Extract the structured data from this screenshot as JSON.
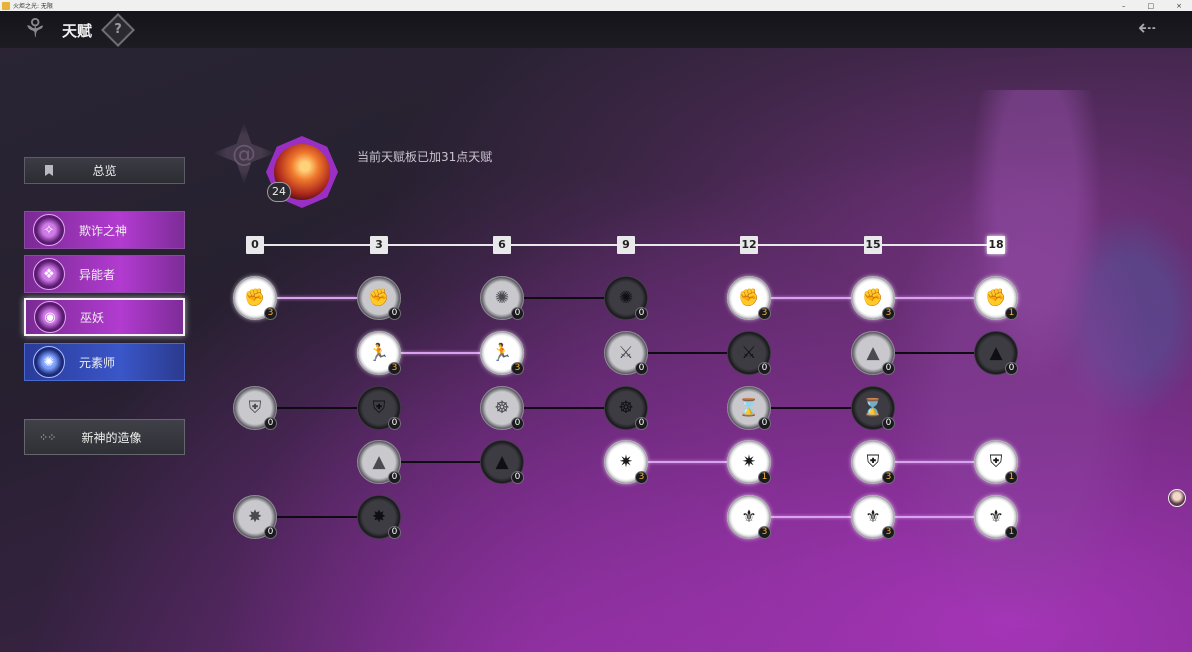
{
  "window": {
    "title": "火炬之光: 无限",
    "controls": [
      "–",
      "□",
      "×"
    ]
  },
  "header": {
    "title": "天赋",
    "help_label": "?"
  },
  "sidebar": {
    "overview_label": "总览",
    "classes": [
      {
        "label": "欺诈之神",
        "icon": "trickster-god-emblem-icon",
        "selected": false
      },
      {
        "label": "异能者",
        "icon": "esper-emblem-icon",
        "selected": false
      },
      {
        "label": "巫妖",
        "icon": "lich-eye-emblem-icon",
        "selected": true
      },
      {
        "label": "元素师",
        "icon": "elementalist-emblem-icon",
        "selected": false
      }
    ],
    "statue_label": "新神的造像"
  },
  "board": {
    "summary": "当前天赋板已加31点天赋",
    "level": "24",
    "thresholds": [
      "0",
      "3",
      "6",
      "9",
      "12",
      "15",
      "18"
    ]
  },
  "nodes": [
    {
      "row": 0,
      "col": 0,
      "count": "3",
      "state": "on",
      "icon": "fist-icon"
    },
    {
      "row": 0,
      "col": 1,
      "count": "0",
      "state": "dim",
      "icon": "fist-icon"
    },
    {
      "row": 0,
      "col": 2,
      "count": "0",
      "state": "dim",
      "icon": "swirl-icon"
    },
    {
      "row": 0,
      "col": 3,
      "count": "0",
      "state": "dark",
      "icon": "swirl-icon"
    },
    {
      "row": 0,
      "col": 4,
      "count": "3",
      "state": "on",
      "icon": "fist-icon"
    },
    {
      "row": 0,
      "col": 5,
      "count": "3",
      "state": "on",
      "icon": "fist-icon"
    },
    {
      "row": 0,
      "col": 6,
      "count": "1",
      "state": "on",
      "icon": "fist-icon"
    },
    {
      "row": 1,
      "col": 1,
      "count": "3",
      "state": "on",
      "icon": "runner-icon"
    },
    {
      "row": 1,
      "col": 2,
      "count": "3",
      "state": "on",
      "icon": "runner-icon"
    },
    {
      "row": 1,
      "col": 3,
      "count": "0",
      "state": "dim",
      "icon": "slash-icon"
    },
    {
      "row": 1,
      "col": 4,
      "count": "0",
      "state": "dark",
      "icon": "slash-icon"
    },
    {
      "row": 1,
      "col": 5,
      "count": "0",
      "state": "dim",
      "icon": "boot-icon"
    },
    {
      "row": 1,
      "col": 6,
      "count": "0",
      "state": "dark",
      "icon": "boot-icon"
    },
    {
      "row": 2,
      "col": 0,
      "count": "0",
      "state": "dim",
      "icon": "shield-icon"
    },
    {
      "row": 2,
      "col": 1,
      "count": "0",
      "state": "dark",
      "icon": "shield-icon"
    },
    {
      "row": 2,
      "col": 2,
      "count": "0",
      "state": "dim",
      "icon": "meditate-icon"
    },
    {
      "row": 2,
      "col": 3,
      "count": "0",
      "state": "dark",
      "icon": "meditate-icon"
    },
    {
      "row": 2,
      "col": 4,
      "count": "0",
      "state": "dim",
      "icon": "hourglass-icon"
    },
    {
      "row": 2,
      "col": 5,
      "count": "0",
      "state": "dark",
      "icon": "hourglass-icon"
    },
    {
      "row": 3,
      "col": 1,
      "count": "0",
      "state": "dim",
      "icon": "boot-icon"
    },
    {
      "row": 3,
      "col": 2,
      "count": "0",
      "state": "dark",
      "icon": "boot-icon"
    },
    {
      "row": 3,
      "col": 3,
      "count": "3",
      "state": "on",
      "icon": "elements-icon"
    },
    {
      "row": 3,
      "col": 4,
      "count": "1",
      "state": "on",
      "icon": "elements-icon"
    },
    {
      "row": 3,
      "col": 5,
      "count": "3",
      "state": "on",
      "icon": "shield-icon"
    },
    {
      "row": 3,
      "col": 6,
      "count": "1",
      "state": "on",
      "icon": "shield-icon"
    },
    {
      "row": 4,
      "col": 0,
      "count": "0",
      "state": "dim",
      "icon": "burst-icon"
    },
    {
      "row": 4,
      "col": 1,
      "count": "0",
      "state": "dark",
      "icon": "burst-icon"
    },
    {
      "row": 4,
      "col": 4,
      "count": "3",
      "state": "on",
      "icon": "tri-claw-icon"
    },
    {
      "row": 4,
      "col": 5,
      "count": "3",
      "state": "on",
      "icon": "tri-claw-icon"
    },
    {
      "row": 4,
      "col": 6,
      "count": "1",
      "state": "on",
      "icon": "tri-claw-icon"
    }
  ],
  "links": [
    {
      "row": 0,
      "from": 0,
      "to": 1,
      "active": true
    },
    {
      "row": 0,
      "from": 2,
      "to": 3,
      "active": false
    },
    {
      "row": 0,
      "from": 4,
      "to": 5,
      "active": true
    },
    {
      "row": 0,
      "from": 5,
      "to": 6,
      "active": true
    },
    {
      "row": 1,
      "from": 1,
      "to": 2,
      "active": true
    },
    {
      "row": 1,
      "from": 3,
      "to": 4,
      "active": false
    },
    {
      "row": 1,
      "from": 5,
      "to": 6,
      "active": false
    },
    {
      "row": 2,
      "from": 0,
      "to": 1,
      "active": false
    },
    {
      "row": 2,
      "from": 2,
      "to": 3,
      "active": false
    },
    {
      "row": 2,
      "from": 4,
      "to": 5,
      "active": false
    },
    {
      "row": 3,
      "from": 1,
      "to": 2,
      "active": false
    },
    {
      "row": 3,
      "from": 3,
      "to": 4,
      "active": true
    },
    {
      "row": 3,
      "from": 5,
      "to": 6,
      "active": true
    },
    {
      "row": 4,
      "from": 0,
      "to": 1,
      "active": false
    },
    {
      "row": 4,
      "from": 4,
      "to": 5,
      "active": true
    },
    {
      "row": 4,
      "from": 5,
      "to": 6,
      "active": true
    }
  ],
  "colors": {
    "accent": "#b23bd0",
    "active_link": "#d8a2ee",
    "count_gold": "#f2b43a"
  }
}
